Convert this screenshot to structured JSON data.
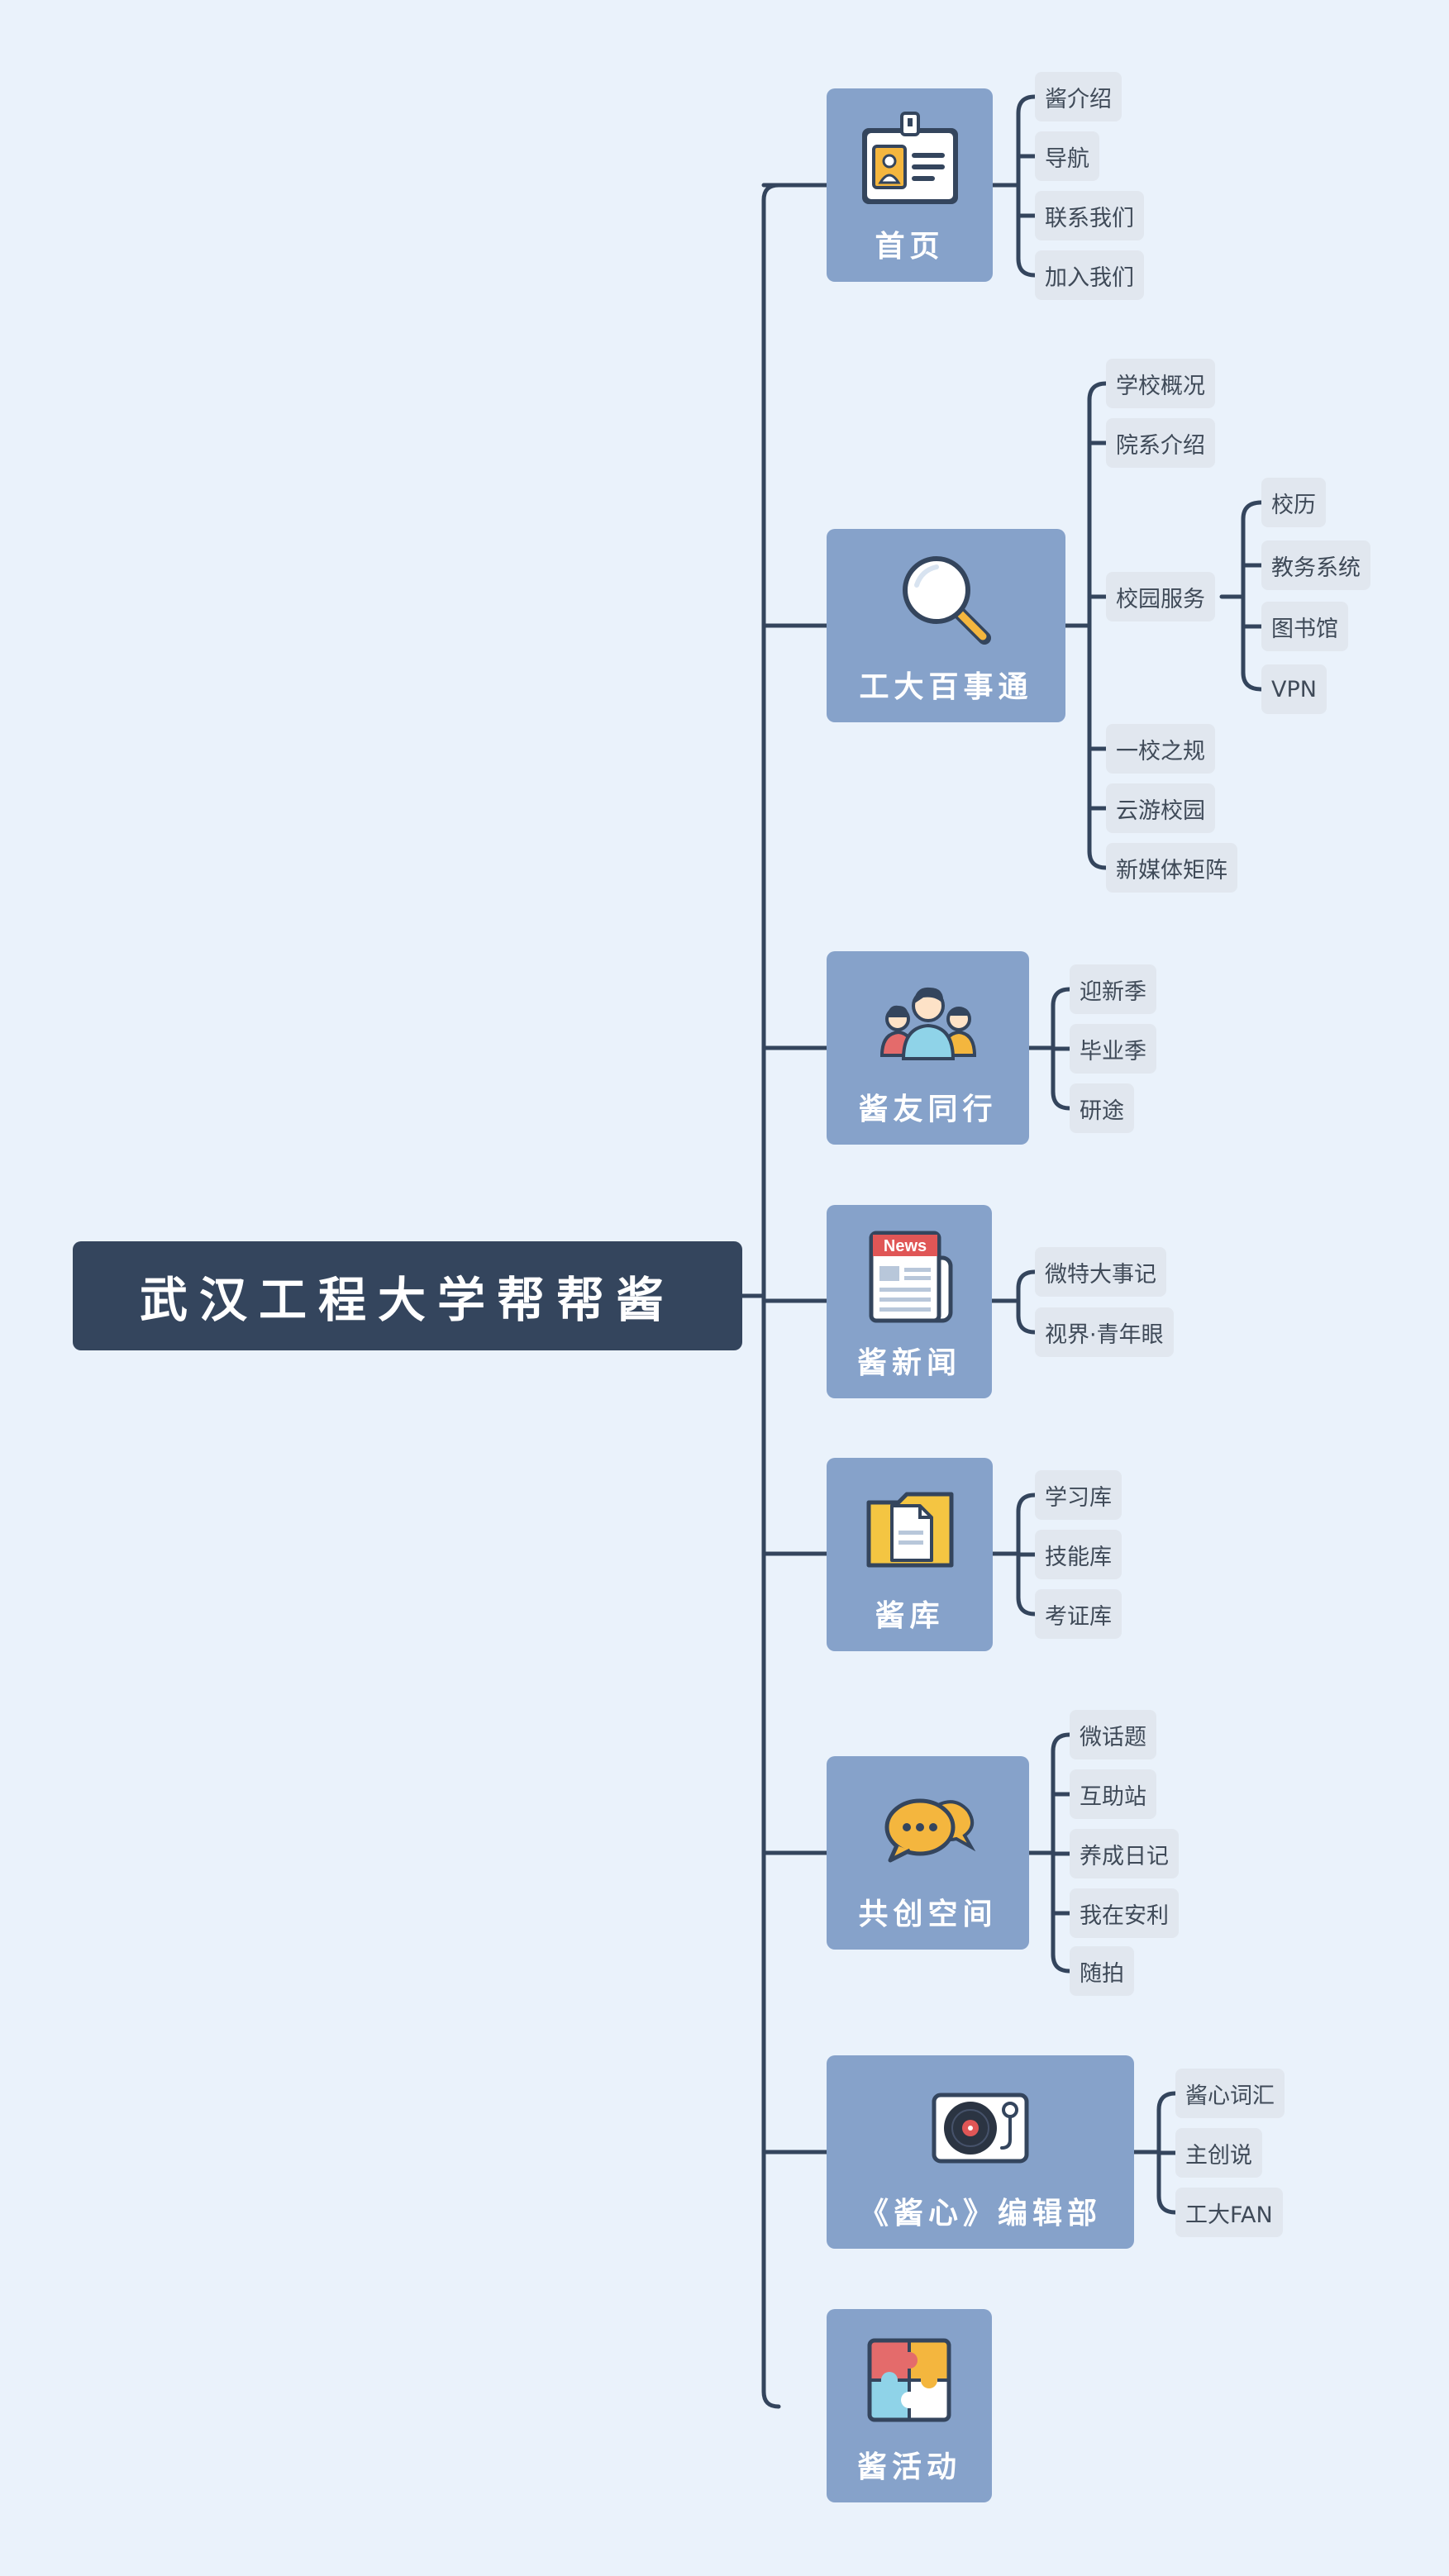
{
  "root": {
    "title": "武汉工程大学帮帮酱"
  },
  "branches": [
    {
      "label": "首页",
      "icon": "id-badge-icon",
      "children": [
        "酱介绍",
        "导航",
        "联系我们",
        "加入我们"
      ]
    },
    {
      "label": "工大百事通",
      "icon": "magnifier-icon",
      "children": [
        "学校概况",
        "院系介绍",
        "校园服务",
        "一校之规",
        "云游校园",
        "新媒体矩阵"
      ],
      "sub": {
        "parent": "校园服务",
        "children": [
          "校历",
          "教务系统",
          "图书馆",
          "VPN"
        ]
      }
    },
    {
      "label": "酱友同行",
      "icon": "people-group-icon",
      "children": [
        "迎新季",
        "毕业季",
        "研途"
      ]
    },
    {
      "label": "酱新闻",
      "icon": "newspaper-icon",
      "icon_text": "News",
      "children": [
        "微特大事记",
        "视界·青年眼"
      ]
    },
    {
      "label": "酱库",
      "icon": "folder-document-icon",
      "children": [
        "学习库",
        "技能库",
        "考证库"
      ]
    },
    {
      "label": "共创空间",
      "icon": "chat-bubbles-icon",
      "children": [
        "微话题",
        "互助站",
        "养成日记",
        "我在安利",
        "随拍"
      ]
    },
    {
      "label": "《酱心》编辑部",
      "icon": "record-player-icon",
      "children": [
        "酱心词汇",
        "主创说",
        "工大FAN"
      ]
    },
    {
      "label": "酱活动",
      "icon": "puzzle-icon",
      "children": []
    }
  ],
  "colors": {
    "background": "#eaf2fb",
    "root": "#34455d",
    "card": "#86a2ca",
    "leaf": "#e1e7ef",
    "line": "#34455d"
  }
}
